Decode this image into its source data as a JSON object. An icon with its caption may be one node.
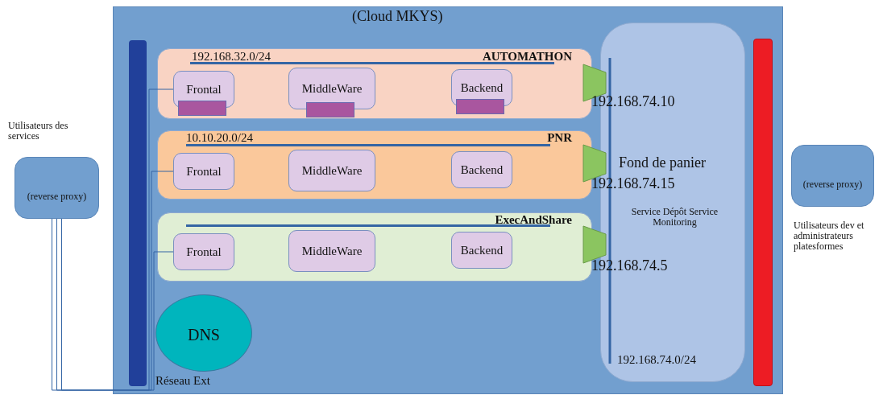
{
  "diagram": {
    "nodes": [
      {
        "text": [
          "(Cloud MKYS)"
        ]
      },
      {
        "text": [
          "192.168.32.0/24",
          "AUTOMATHON"
        ],
        "in": 0
      },
      {
        "text": [
          "Frontal"
        ],
        "in": 1
      },
      {
        "text": [
          "MiddleWare"
        ],
        "in": 1
      },
      {
        "text": [
          "Backend"
        ],
        "in": 1
      },
      {
        "text": [
          "10.10.20.0/24",
          "PNR"
        ],
        "in": 0
      },
      {
        "text": [
          "Frontal"
        ],
        "in": 5
      },
      {
        "text": [
          "MiddleWare"
        ],
        "in": 5
      },
      {
        "text": [
          "Backend"
        ],
        "in": 5
      },
      {
        "text": [
          "ExecAndShare"
        ],
        "in": 0
      },
      {
        "text": [
          "Frontal"
        ],
        "in": 9
      },
      {
        "text": [
          "MiddleWare"
        ],
        "in": 9
      },
      {
        "text": [
          "Backend"
        ],
        "in": 9
      },
      {
        "text": [
          "DNS"
        ],
        "in": 0
      },
      {
        "text": [],
        "shape": "bar",
        "in": 0,
        "beside": [
          "Réseau Ext"
        ]
      },
      {
        "text": [
          "Fond de panier",
          "Service Dépôt Service Monitoring",
          "192.168.74.0/24"
        ],
        "in": 0
      },
      {
        "text": [],
        "shape": "bar",
        "in": 0
      },
      {
        "text": [
          "(reverse proxy)"
        ],
        "beside": [
          "Utilisateurs des services"
        ]
      },
      {
        "text": [
          "(reverse proxy)"
        ],
        "beside": [
          "Utilisateurs dev et administrateurs platesformes"
        ]
      }
    ],
    "edges": [
      {
        "from": 17,
        "to": 2,
        "arrow": "none"
      },
      {
        "from": 17,
        "to": 6,
        "arrow": "none"
      },
      {
        "from": 17,
        "to": 10,
        "arrow": "none"
      }
    ],
    "labels": [
      "192.168.74.10",
      "192.168.74.15",
      "192.168.74.5"
    ]
  }
}
